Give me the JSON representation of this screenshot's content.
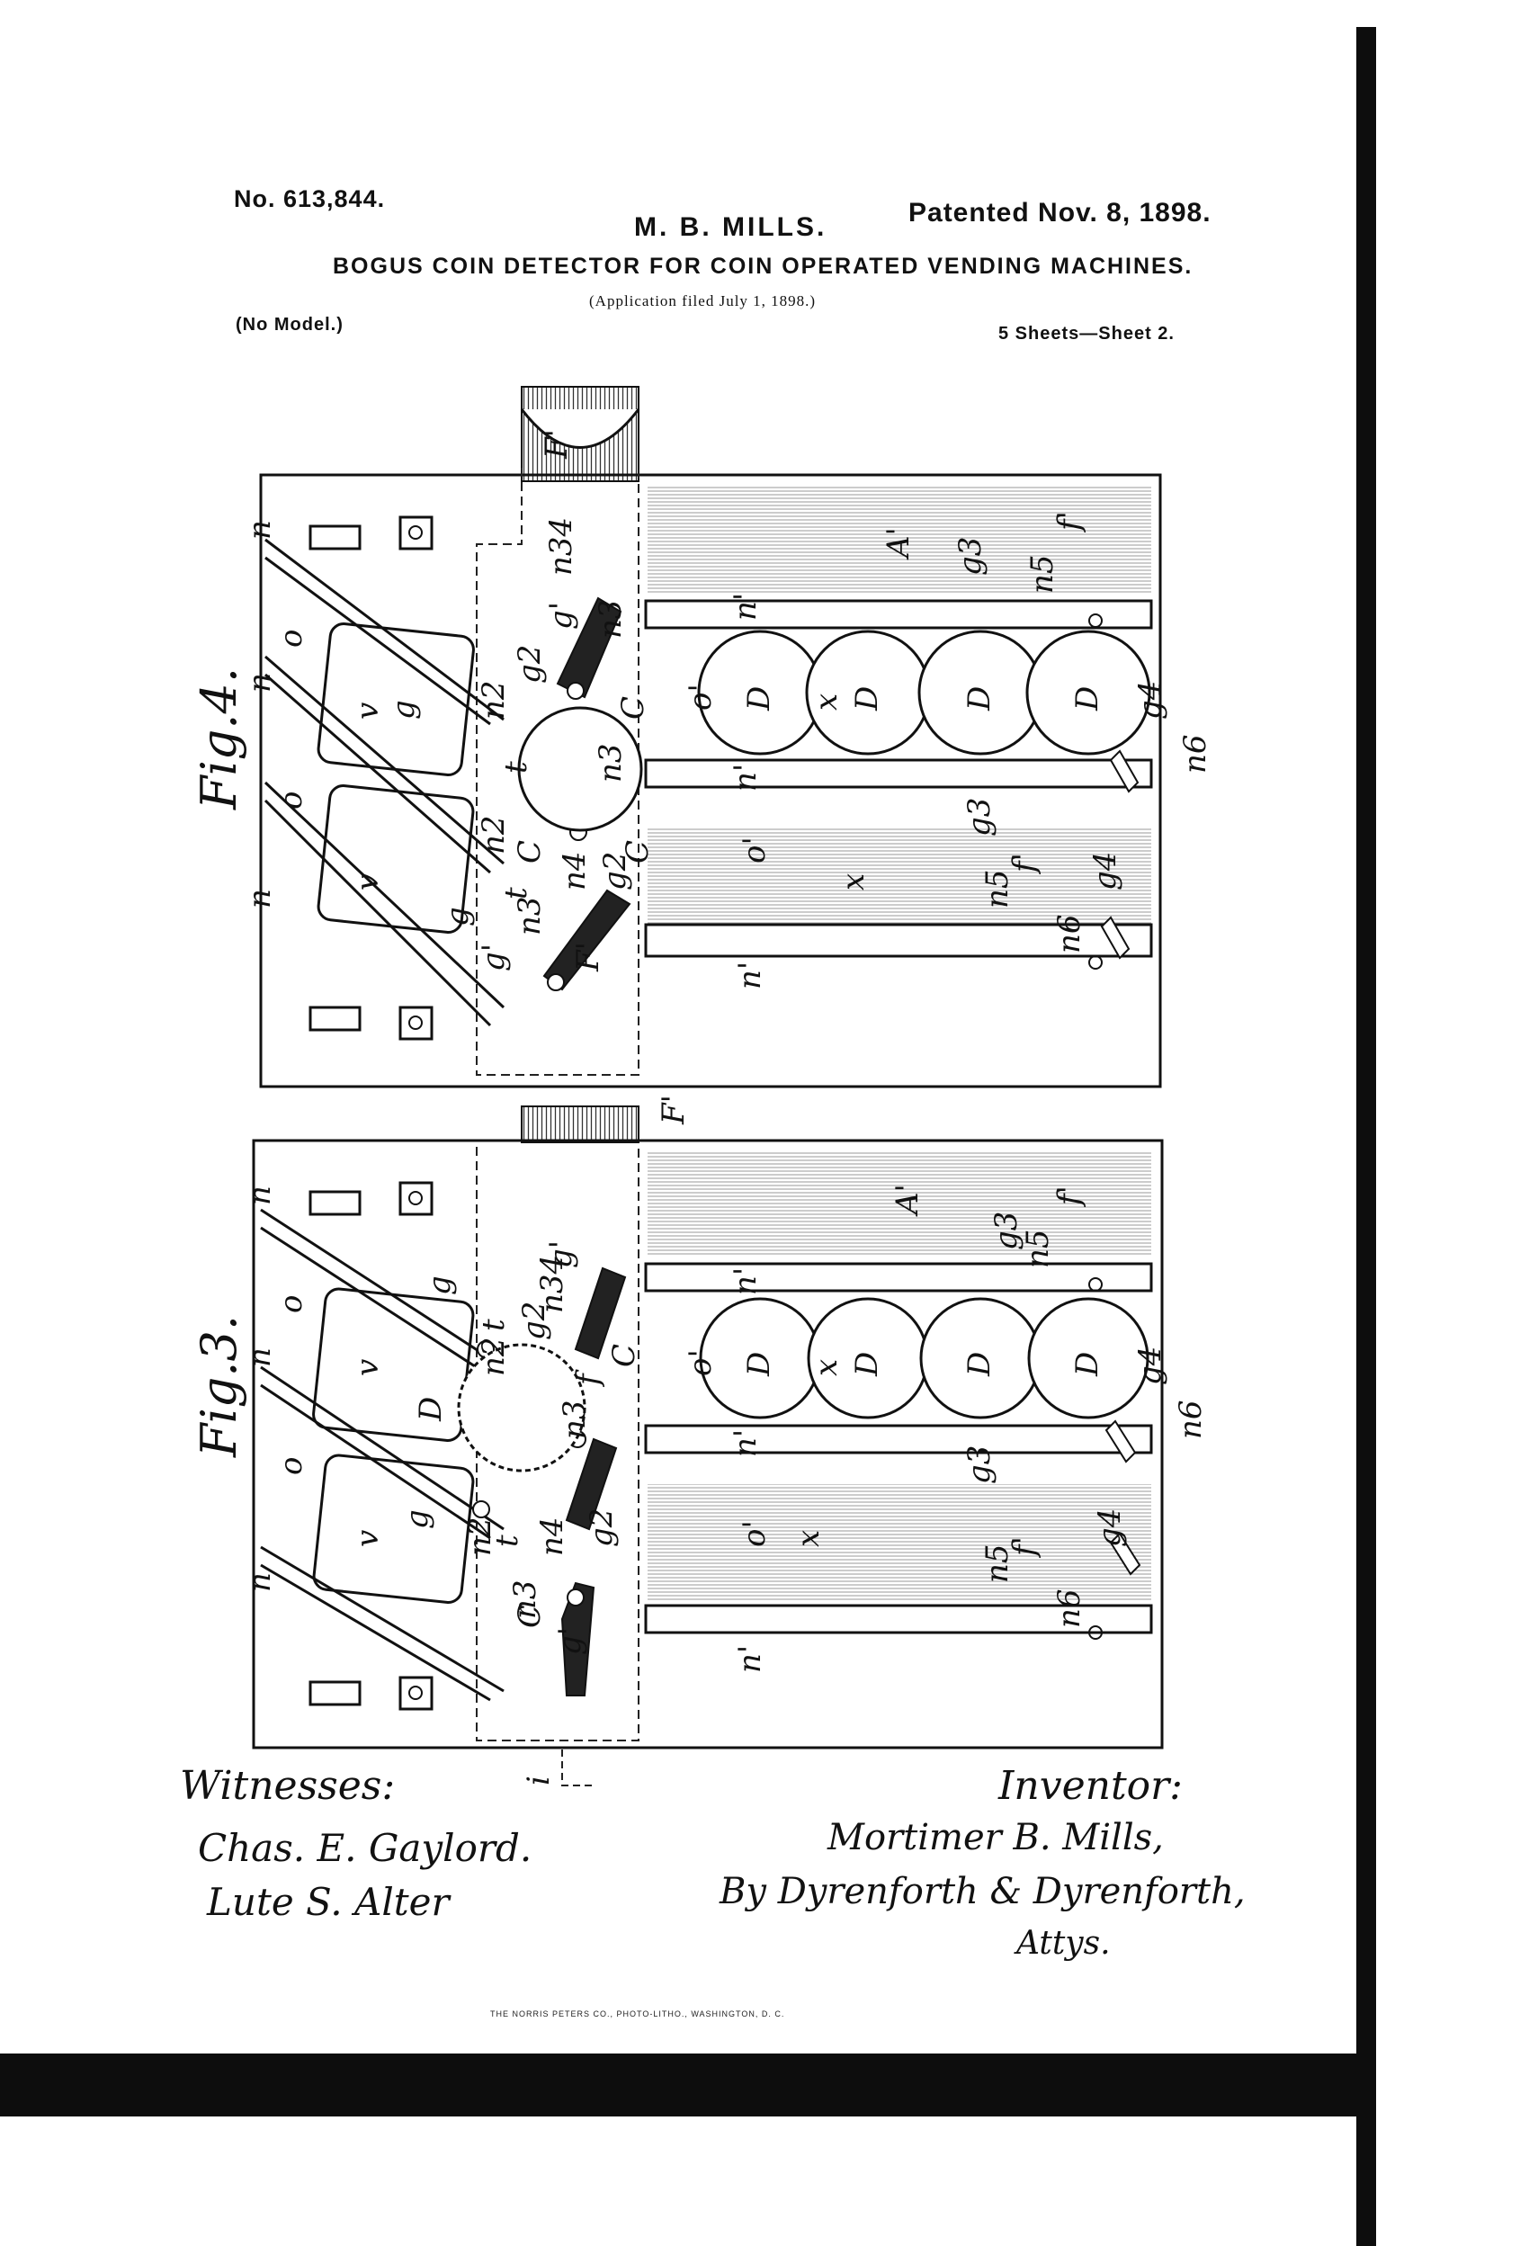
{
  "header": {
    "patent_number": "No. 613,844.",
    "patent_date": "Patented Nov. 8, 1898.",
    "inventor": "M. B. MILLS.",
    "title": "BOGUS COIN DETECTOR FOR COIN OPERATED VENDING MACHINES.",
    "application": "(Application filed July 1, 1898.)",
    "model": "(No Model.)",
    "sheets": "5 Sheets—Sheet 2."
  },
  "figures": {
    "fig4": {
      "label": "Fig.4.",
      "refs": [
        "n",
        "n",
        "n",
        "o",
        "o",
        "v",
        "v",
        "g",
        "g",
        "g'",
        "g'",
        "g2",
        "g2",
        "n2",
        "n2",
        "n3",
        "n3",
        "n3",
        "n34",
        "n4",
        "t",
        "t",
        "C",
        "C",
        "C",
        "F'",
        "F'",
        "F'",
        "A'",
        "n'",
        "n'",
        "n'",
        "o'",
        "o'",
        "D",
        "D",
        "D",
        "D",
        "x",
        "x",
        "g3",
        "g3",
        "n5",
        "n5",
        "f'",
        "f'",
        "g4",
        "g4",
        "n6",
        "n6"
      ]
    },
    "fig3": {
      "label": "Fig.3.",
      "refs": [
        "n",
        "n",
        "n",
        "o",
        "o",
        "v",
        "v",
        "g",
        "g",
        "g'",
        "g'",
        "g2",
        "g2",
        "n2",
        "n2",
        "n3",
        "n3",
        "n34",
        "n4",
        "t",
        "t",
        "C",
        "C",
        "f",
        "D",
        "D",
        "D",
        "D",
        "D",
        "A'",
        "n'",
        "n'",
        "n'",
        "o'",
        "o'",
        "x",
        "x",
        "g3",
        "g3",
        "n5",
        "n5",
        "f'",
        "f'",
        "g4",
        "g4",
        "n6",
        "n6",
        "i"
      ]
    }
  },
  "signatures": {
    "witnesses_label": "Witnesses:",
    "witness_1": "Chas. E. Gaylord.",
    "witness_2": "Lute S. Alter",
    "inventor_label": "Inventor:",
    "inventor_name": "Mortimer B. Mills,",
    "attorneys_line": "By Dyrenforth & Dyrenforth,",
    "attorneys_suffix": "Attys."
  },
  "footer": {
    "printer": "THE NORRIS PETERS CO., PHOTO-LITHO., WASHINGTON, D. C."
  }
}
